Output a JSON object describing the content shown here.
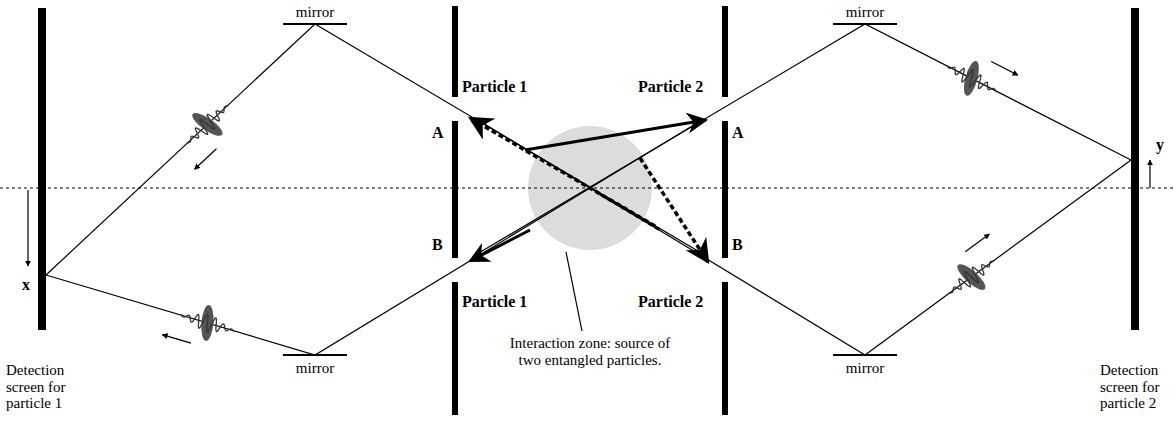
{
  "diagram": {
    "labels": [
      "mirror",
      "Particle 1",
      "Particle 2",
      "mirror",
      "A",
      "A",
      "B",
      "B",
      "y",
      "x",
      "Particle 1",
      "Particle 2",
      "mirror",
      "mirror",
      "Detection screen for particle 1",
      "Interaction zone: source of two entangled particles.",
      "Detection screen for particle 2"
    ]
  }
}
